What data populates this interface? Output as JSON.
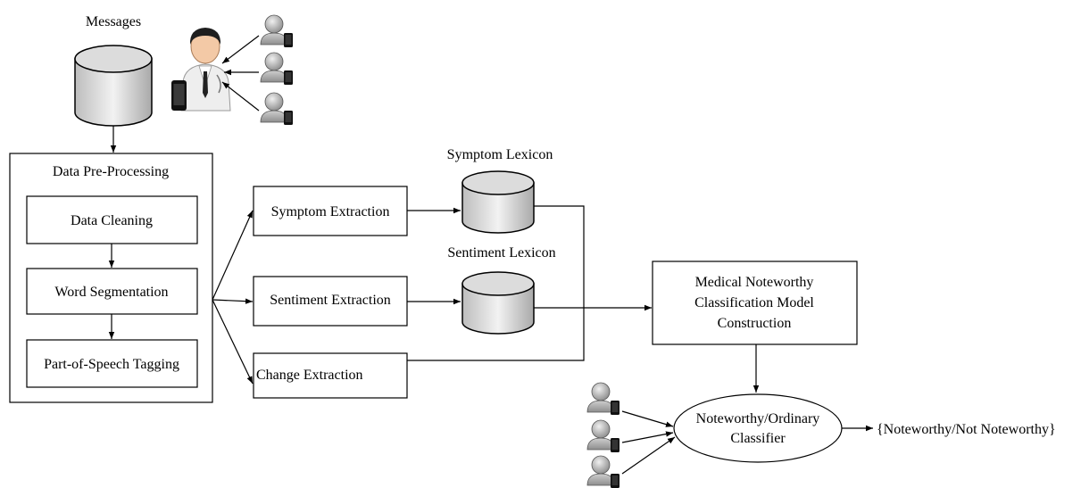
{
  "labels": {
    "messages": "Messages",
    "preprocessing": "Data Pre-Processing",
    "data_cleaning": "Data Cleaning",
    "word_segmentation": "Word Segmentation",
    "pos_tagging": "Part-of-Speech Tagging",
    "symptom_extraction": "Symptom Extraction",
    "sentiment_extraction": "Sentiment Extraction",
    "change_extraction": "Change Extraction",
    "symptom_lexicon": "Symptom Lexicon",
    "sentiment_lexicon": "Sentiment Lexicon",
    "model_construction": [
      "Medical Noteworthy",
      "Classification Model",
      "Construction"
    ],
    "classifier": [
      "Noteworthy/Ordinary",
      "Classifier"
    ],
    "output": "{Noteworthy/Not Noteworthy}"
  },
  "icons": {
    "doctor": "doctor-with-phone-icon",
    "user": "user-with-phone-icon",
    "database": "database-cylinder-icon"
  }
}
